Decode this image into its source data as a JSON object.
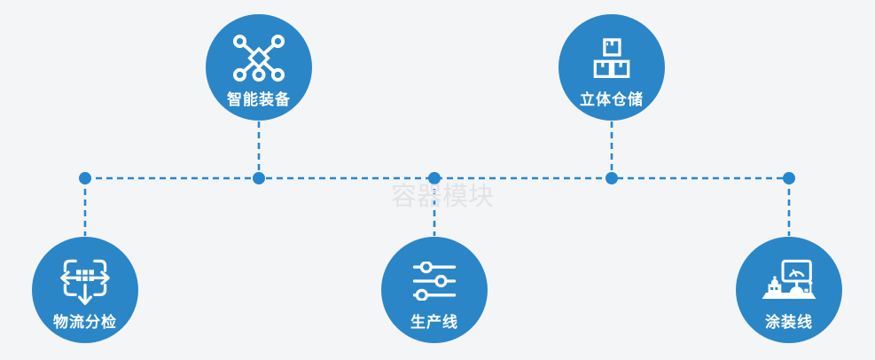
{
  "page": {
    "background": "#f4f5f6",
    "watermark_text": "容器模块"
  },
  "colors": {
    "node_fill": "#2b86c8",
    "connector": "#2587d0",
    "label_text": "#ffffff",
    "watermark": "#e2e3e6"
  },
  "nodes": [
    {
      "label": "智能装备",
      "icon": "network-nodes-icon",
      "position": "top-left"
    },
    {
      "label": "立体仓储",
      "icon": "stacked-boxes-icon",
      "position": "top-right"
    },
    {
      "label": "物流分检",
      "icon": "sorting-distribution-icon",
      "position": "bottom-left"
    },
    {
      "label": "生产线",
      "icon": "sliders-icon",
      "position": "bottom-center"
    },
    {
      "label": "涂装线",
      "icon": "control-console-icon",
      "position": "bottom-right"
    }
  ]
}
